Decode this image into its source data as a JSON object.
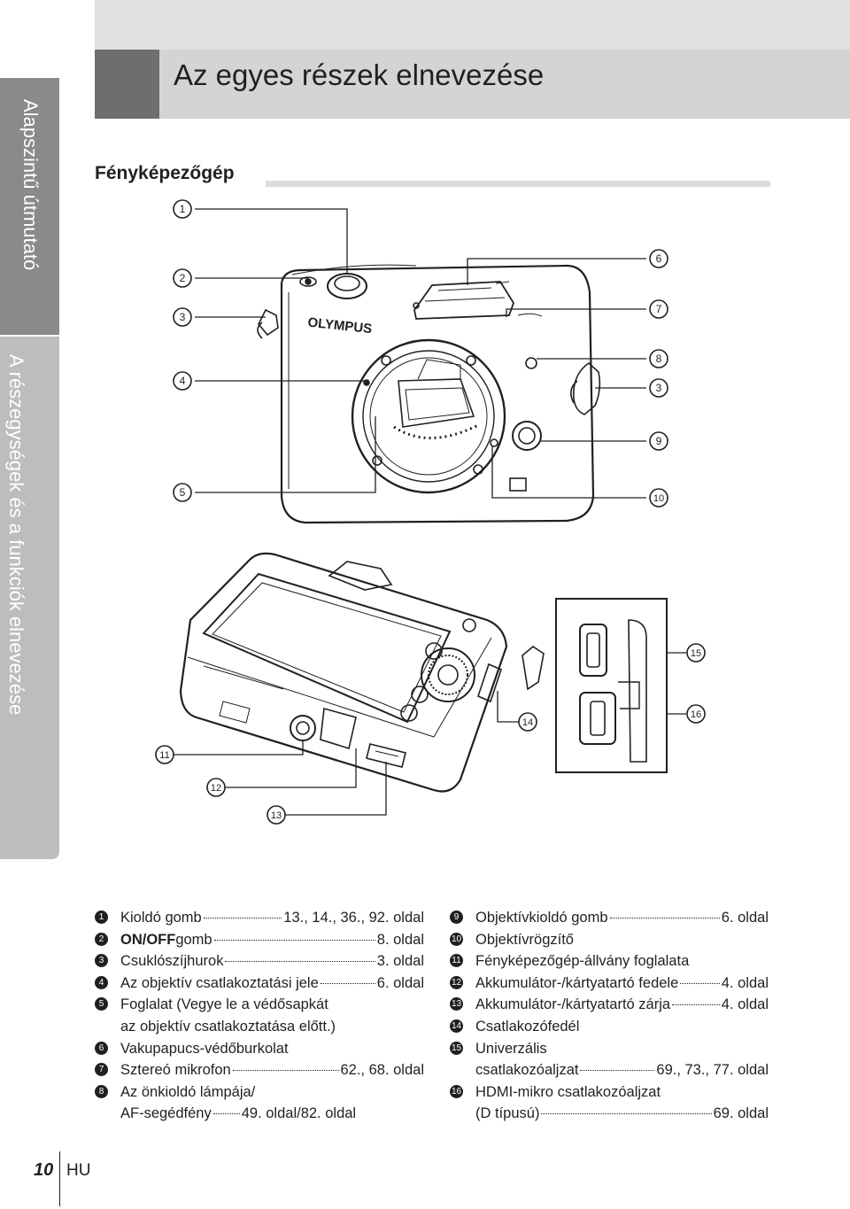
{
  "header": {
    "title": "Az egyes részek elnevezése"
  },
  "side_tabs": [
    "Alapszintű útmutató",
    "A részegységek és a funkciók elnevezése"
  ],
  "section": {
    "title": "Fényképezőgép"
  },
  "brand": "OLYMPUS",
  "markers": [
    "1",
    "2",
    "3",
    "4",
    "5",
    "6",
    "7",
    "8",
    "9",
    "10",
    "11",
    "12",
    "13",
    "14",
    "15",
    "16"
  ],
  "legend_left": [
    {
      "n": "1",
      "name": "Kioldó gomb",
      "page": "13., 14., 36., 92. oldal"
    },
    {
      "n": "2",
      "name_bold": "ON/OFF",
      "name": " gomb",
      "page": "8. oldal"
    },
    {
      "n": "3",
      "name": "Csuklószíjhurok",
      "page": "3. oldal"
    },
    {
      "n": "4",
      "name": "Az objektív csatlakoztatási jele",
      "page": "6. oldal"
    },
    {
      "n": "5",
      "line1": "Foglalat (Vegye le a védősapkát",
      "line2": "az objektív csatlakoztatása előtt.)"
    },
    {
      "n": "6",
      "line1": "Vakupapucs-védőburkolat"
    },
    {
      "n": "7",
      "name": "Sztereó mikrofon",
      "page": "62., 68. oldal"
    },
    {
      "n": "8",
      "line1": "Az önkioldó lámpája/",
      "name": "AF-segédfény",
      "page": " 49. oldal/82. oldal"
    }
  ],
  "legend_right": [
    {
      "n": "9",
      "name": "Objektívkioldó gomb",
      "page": "6. oldal"
    },
    {
      "n": "10",
      "line1": "Objektívrögzítő"
    },
    {
      "n": "11",
      "line1": "Fényképezőgép-állvány foglalata"
    },
    {
      "n": "12",
      "name": "Akkumulátor-/kártyatartó fedele",
      "page": "4. oldal"
    },
    {
      "n": "13",
      "name": "Akkumulátor-/kártyatartó zárja",
      "page": "4. oldal"
    },
    {
      "n": "14",
      "line1": "Csatlakozófedél"
    },
    {
      "n": "15",
      "line1": "Univerzális",
      "name": "csatlakozóaljzat",
      "page": "69., 73., 77. oldal"
    },
    {
      "n": "16",
      "line1": "HDMI-mikro csatlakozóaljzat",
      "name": "(D típusú)",
      "page": "69. oldal"
    }
  ],
  "footer": {
    "page_number": "10",
    "lang": "HU"
  }
}
